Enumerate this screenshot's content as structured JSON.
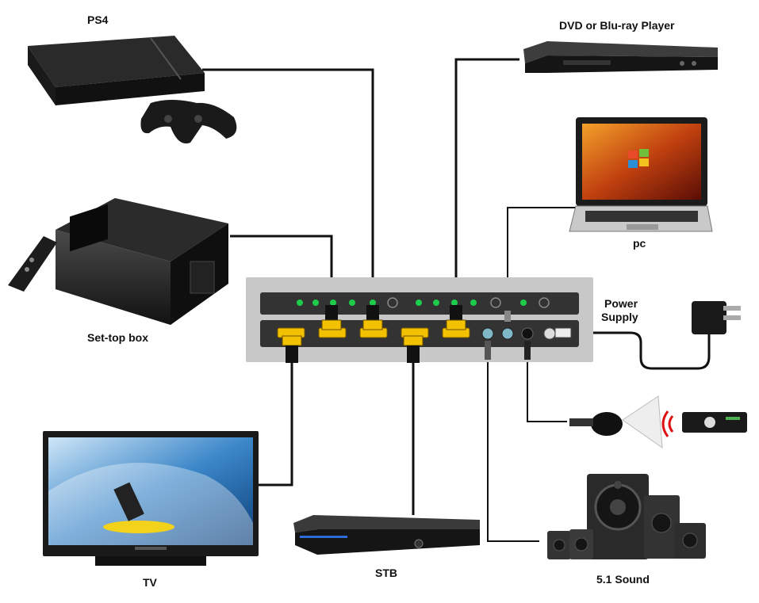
{
  "labels": {
    "ps4": "PS4",
    "dvd": "DVD or Blu-ray Player",
    "pc": "pc",
    "settop": "Set-top box",
    "power": "Power",
    "supply": "Supply",
    "tv": "TV",
    "stb": "STB",
    "sound": "5.1 Sound"
  },
  "colors": {
    "hdmi_gold": "#f2c200",
    "led_green": "#1dcc4a",
    "cable": "#111111",
    "hub_body": "#c8c8c8",
    "hub_panel": "#333333"
  },
  "icons": [
    "ps4-console-icon",
    "gamepad-icon",
    "dvd-player-icon",
    "laptop-icon",
    "set-top-box-icon",
    "remote-icon",
    "power-adapter-icon",
    "tv-icon",
    "stb-icon",
    "speaker-system-icon",
    "ir-receiver-icon",
    "ir-remote-icon"
  ]
}
